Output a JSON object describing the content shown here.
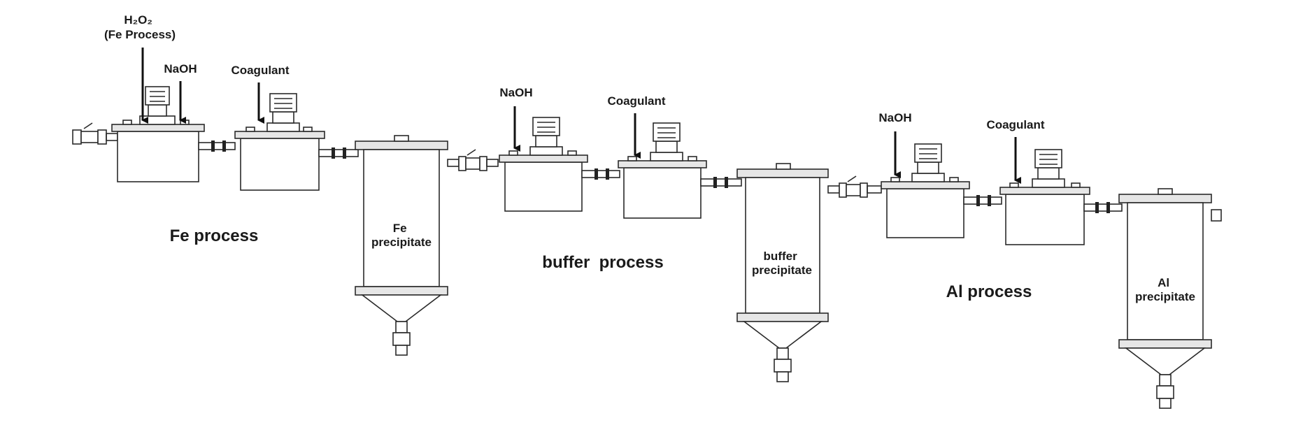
{
  "stages": [
    {
      "process_label": "Fe process",
      "precipitate_label": [
        "Fe",
        "precipitate"
      ],
      "inputs_tank1": [
        {
          "text": [
            "H₂O₂",
            "(Fe Process)"
          ]
        },
        {
          "text": [
            "NaOH"
          ]
        }
      ],
      "inputs_tank2": [
        {
          "text": [
            "Coagulant"
          ]
        }
      ]
    },
    {
      "process_label": "buffer  process",
      "precipitate_label": [
        "buffer",
        "precipitate"
      ],
      "inputs_tank1": [
        {
          "text": [
            "NaOH"
          ]
        }
      ],
      "inputs_tank2": [
        {
          "text": [
            "Coagulant"
          ]
        }
      ]
    },
    {
      "process_label": "Al process",
      "precipitate_label": [
        "Al",
        "precipitate"
      ],
      "inputs_tank1": [
        {
          "text": [
            "NaOH"
          ]
        }
      ],
      "inputs_tank2": [
        {
          "text": [
            "Coagulant"
          ]
        }
      ]
    }
  ]
}
